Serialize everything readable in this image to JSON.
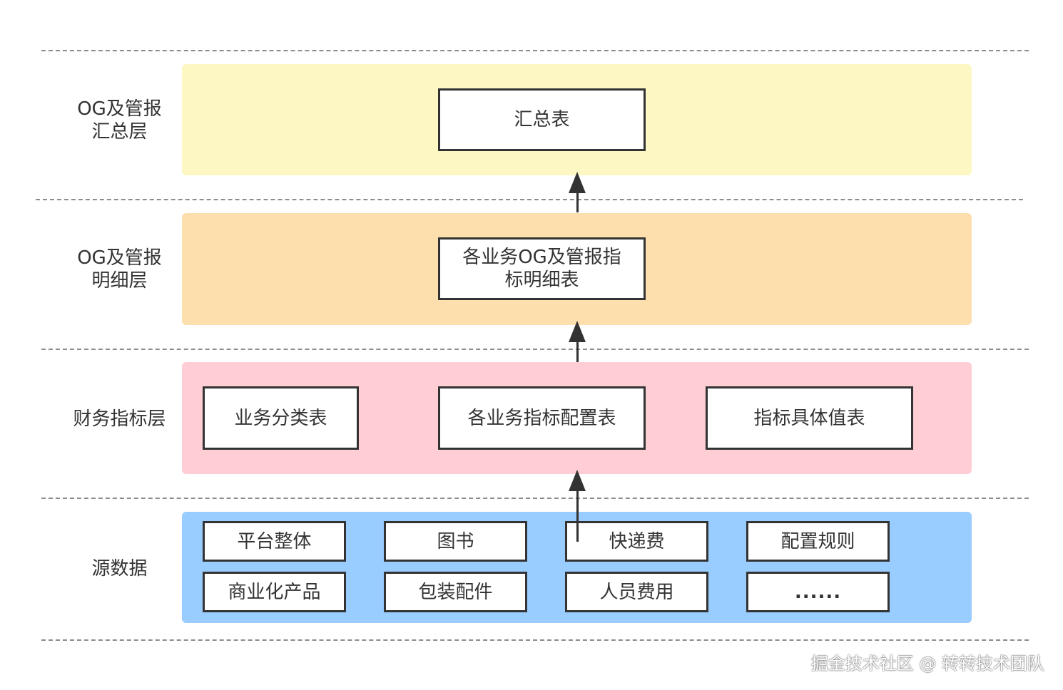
{
  "colors": {
    "summary_band": "#fdf7c4",
    "detail_band": "#fddfae",
    "finance_band": "#ffcdd4",
    "source_band": "#99ccff",
    "box_border": "#333333",
    "dash_line": "#8c8c8c"
  },
  "layers": {
    "summary": {
      "label_line1": "OG及管报",
      "label_line2": "汇总层",
      "box": "汇总表"
    },
    "detail": {
      "label_line1": "OG及管报",
      "label_line2": "明细层",
      "box_line1": "各业务OG及管报指",
      "box_line2": "标明细表"
    },
    "finance": {
      "label": "财务指标层",
      "boxes": [
        "业务分类表",
        "各业务指标配置表",
        "指标具体值表"
      ]
    },
    "source": {
      "label": "源数据",
      "boxes": [
        "平台整体",
        "图书",
        "快递费",
        "配置规则",
        "商业化产品",
        "包装配件",
        "人员费用",
        "......"
      ]
    }
  },
  "watermark": "掘金技术社区 @ 转转技术团队"
}
